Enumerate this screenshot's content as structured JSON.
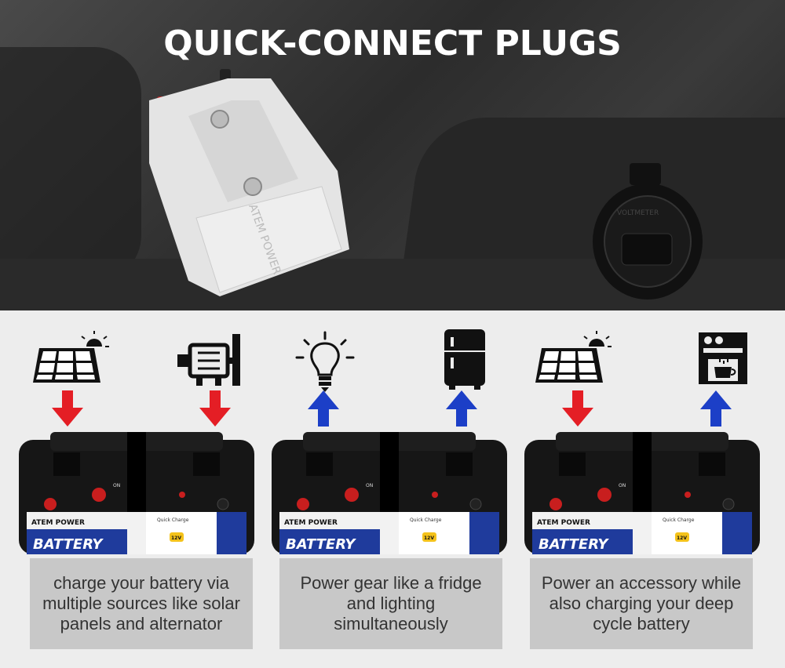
{
  "hero": {
    "title": "QUICK-CONNECT PLUGS",
    "plug_brand": "ATEM POWER",
    "socket_label": "VOLTMETER"
  },
  "battery": {
    "brand": "ATEM POWER",
    "label": "BATTERY",
    "voltage": "12V",
    "quick": "Quick Charge",
    "on": "ON"
  },
  "columns": [
    {
      "caption": "charge your battery via multiple sources like solar panels and alternator",
      "left_icon": "solar-panel-icon",
      "right_icon": "alternator-icon",
      "left_arrow": "down",
      "right_arrow": "down"
    },
    {
      "caption": "Power gear like a fridge and lighting simultaneously",
      "left_icon": "light-bulb-icon",
      "right_icon": "fridge-icon",
      "left_arrow": "up",
      "right_arrow": "up"
    },
    {
      "caption": "Power an accessory while also charging your deep cycle battery",
      "left_icon": "solar-panel-icon",
      "right_icon": "coffee-machine-icon",
      "left_arrow": "down",
      "right_arrow": "up"
    }
  ],
  "colors": {
    "arrow_down": "#e41e25",
    "arrow_up": "#1c3fc7",
    "caption_bg": "#c8c8c8",
    "battery_blue": "#1f3b9c"
  }
}
